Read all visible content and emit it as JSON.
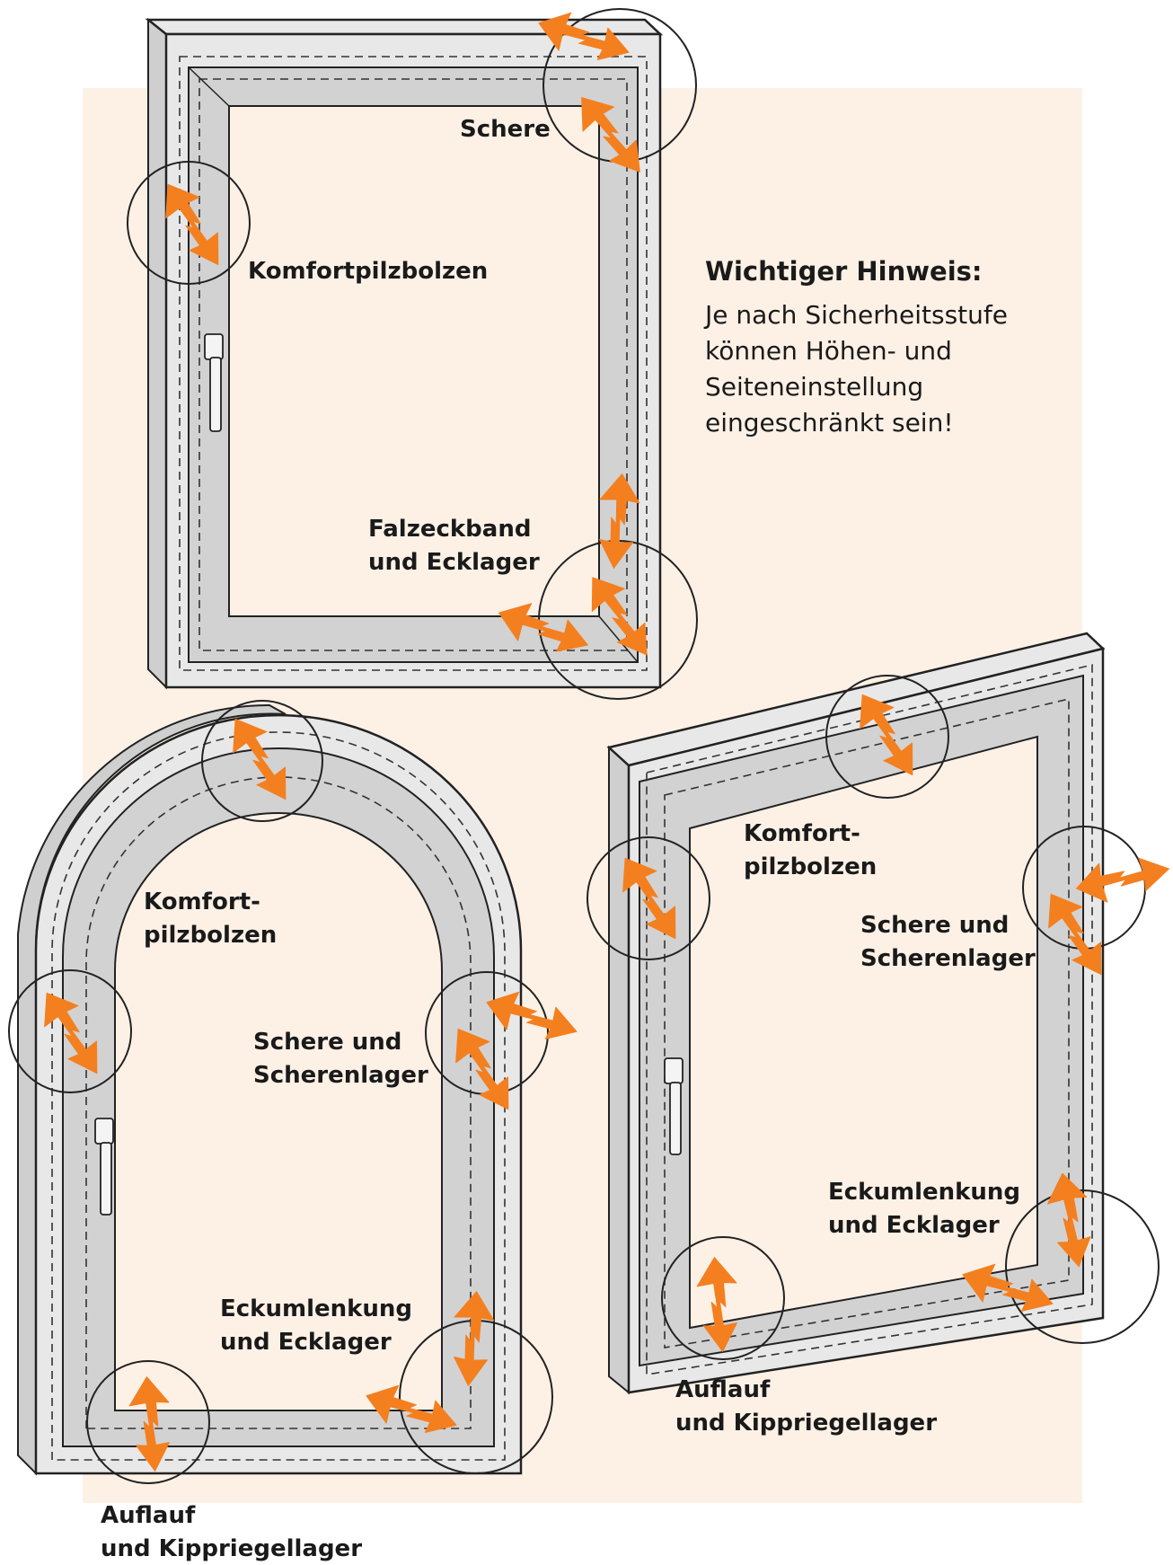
{
  "colors": {
    "background_panel": "#fdf1e6",
    "arrow": "#f47f1f",
    "frame": "#e8e8e8",
    "sash": "#d2d2d2",
    "outline": "#222222"
  },
  "note": {
    "title": "Wichtiger Hinweis:",
    "lines": [
      "Je nach Sicherheitsstufe",
      "können Höhen- und",
      "Seiteneinstellung",
      "eingeschränkt sein!"
    ]
  },
  "window_top": {
    "labels": {
      "schere": "Schere",
      "komfortpilzbolzen": "Komfortpilzbolzen",
      "falzeckband_1": "Falzeckband",
      "falzeckband_2": "und Ecklager"
    }
  },
  "window_arched": {
    "labels": {
      "komfort_1": "Komfort-",
      "komfort_2": "pilzbolzen",
      "schere_1": "Schere und",
      "schere_2": "Scherenlager",
      "eckumlenkung_1": "Eckumlenkung",
      "eckumlenkung_2": "und Ecklager",
      "auflauf_1": "Auflauf",
      "auflauf_2": "und Kippriegellager"
    }
  },
  "window_right": {
    "labels": {
      "komfort_1": "Komfort-",
      "komfort_2": "pilzbolzen",
      "schere_1": "Schere und",
      "schere_2": "Scherenlager",
      "eckumlenkung_1": "Eckumlenkung",
      "eckumlenkung_2": "und Ecklager",
      "auflauf_1": "Auflauf",
      "auflauf_2": "und Kippriegellager"
    }
  }
}
